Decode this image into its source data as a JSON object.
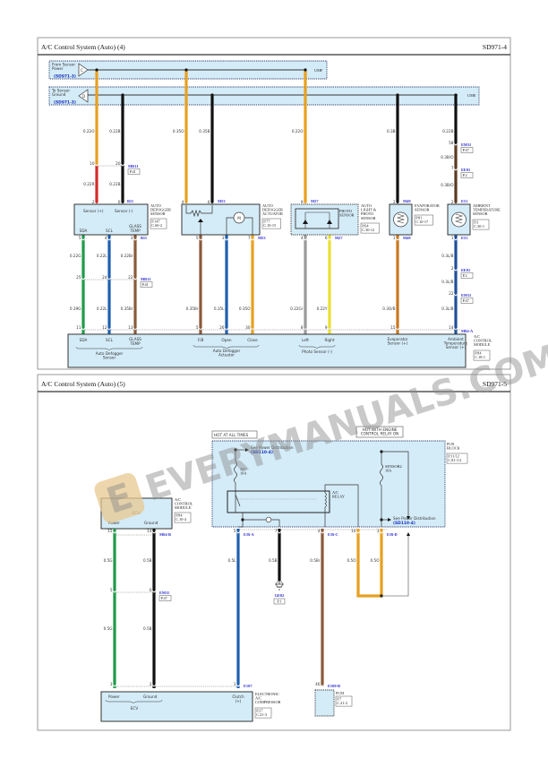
{
  "top": {
    "title": "A/C Control System (Auto) (4)",
    "code": "SD971-4",
    "power_bus": {
      "label": [
        "From Sensor",
        "Power"
      ],
      "ref": "(SD971-3)",
      "pin": "C",
      "conn": "UMF"
    },
    "ground_bus": {
      "label": [
        "To Sensor",
        "Ground"
      ],
      "ref": "(SD971-3)",
      "pin": "D",
      "conn": "UME"
    },
    "upper_wires": [
      {
        "colors": [
          "#e8a020",
          "#d42a2a"
        ],
        "gauges": [
          "0.22O",
          "0.22R"
        ],
        "pins": [
          "10",
          "2"
        ]
      },
      {
        "colors": [
          "#111111"
        ],
        "gauges": [
          "0.22B",
          "0.22B"
        ],
        "pins": [
          "20",
          "6"
        ]
      },
      {
        "colors": [
          "#e8a020"
        ],
        "gauges": [
          "0.35O"
        ],
        "pins": [
          "4"
        ]
      },
      {
        "colors": [
          "#111111"
        ],
        "gauges": [
          "0.35B"
        ],
        "pins": [
          "6"
        ]
      },
      {
        "colors": [
          "#e8a020"
        ],
        "gauges": [
          "0.22O"
        ],
        "pins": [
          "9"
        ]
      },
      {
        "colors": [
          "#111111"
        ],
        "gauges": [
          "0.3B"
        ],
        "pins": [
          "2"
        ]
      },
      {
        "colors": [
          "#111111",
          "#5a3a20"
        ],
        "gauges": [
          "0.22B",
          "0.3B/O",
          "0.3B/O"
        ],
        "pins": [
          "58",
          "7",
          "2"
        ]
      }
    ],
    "lower_wires": [
      {
        "colors": [
          "#1f9a4a"
        ],
        "gauges": [
          "0.22G",
          "0.39G"
        ],
        "pins": [
          "5",
          "25",
          "11"
        ]
      },
      {
        "colors": [
          "#1f5fb0"
        ],
        "gauges": [
          "0.22L",
          "0.22L"
        ],
        "pins": [
          "4",
          "24",
          "12"
        ]
      },
      {
        "colors": [
          "#8a5a3a"
        ],
        "gauges": [
          "0.22Br",
          "0.35Br"
        ],
        "pins": [
          "3",
          "22",
          "13"
        ]
      },
      {
        "colors": [
          "#8a5a3a"
        ],
        "gauges": [
          "0.35Br"
        ],
        "pins": [
          "5",
          "5"
        ]
      },
      {
        "colors": [
          "#1f5fb0"
        ],
        "gauges": [
          "0.35L"
        ],
        "pins": [
          "3",
          "26"
        ]
      },
      {
        "colors": [
          "#e8a020"
        ],
        "gauges": [
          "0.35O"
        ],
        "pins": [
          "7",
          "30"
        ]
      },
      {
        "colors": [
          "#9a9a9a"
        ],
        "gauges": [
          "0.22Gr"
        ],
        "pins": [
          "4",
          "8"
        ]
      },
      {
        "colors": [
          "#e8e030"
        ],
        "gauges": [
          "0.22Y"
        ],
        "pins": [
          "6",
          "9"
        ]
      },
      {
        "colors": [
          "#c8781e"
        ],
        "gauges": [
          "0.3O/B"
        ],
        "pins": [
          "1",
          "15"
        ]
      },
      {
        "colors": [
          "#1f4f9a"
        ],
        "gauges": [
          "0.3L/B",
          "0.3L/B",
          "0.3L/B"
        ],
        "pins": [
          "1",
          "2",
          "22",
          "14"
        ]
      }
    ],
    "connectors": [
      {
        "id": "MR11",
        "page": "P.41"
      },
      {
        "id": "B11"
      },
      {
        "id": "M53"
      },
      {
        "id": "M27"
      },
      {
        "id": "M49"
      },
      {
        "id": "EM11",
        "page": "P.47"
      },
      {
        "id": "EE01",
        "page": "P.2"
      },
      {
        "id": "E51"
      },
      {
        "id": "B11"
      },
      {
        "id": "M53"
      },
      {
        "id": "M27"
      },
      {
        "id": "M49"
      },
      {
        "id": "E51"
      },
      {
        "id": "EE01",
        "page": "P.2"
      },
      {
        "id": "EM11",
        "page": "P.47"
      },
      {
        "id": "MR11",
        "page": "P.41"
      },
      {
        "id": "M84-A"
      }
    ],
    "components": {
      "defogger_sensor": {
        "name": [
          "AUTO",
          "DEFOGGER",
          "SENSOR"
        ],
        "refs": [
          "P.147",
          "C.60-2"
        ],
        "pins": [
          "Sensor (+)",
          "Sensor (-)",
          "SDA",
          "SCL",
          "GLASS",
          "TEMP"
        ]
      },
      "defogger_actuator": {
        "name": [
          "AUTO",
          "DEFOGGER",
          "ACTUATOR"
        ],
        "refs": [
          "P.77",
          "C.10-15"
        ],
        "motor": "M"
      },
      "photo_sensor": {
        "name": [
          "AUTO",
          "LIGHT &",
          "PHOTO",
          "SENSOR"
        ],
        "inner": [
          "PHOTO",
          "SENSOR"
        ],
        "refs": [
          "P.64",
          "C.30-12"
        ]
      },
      "evaporator": {
        "name": [
          "EVAPORATOR",
          "SENSOR"
        ],
        "refs": [
          "P.81",
          "C.10-17"
        ]
      },
      "ambient": {
        "name": [
          "AMBIENT",
          "TEMPERATURE",
          "SENSOR"
        ],
        "refs": [
          "P.3",
          "C.30-1"
        ]
      },
      "module": {
        "name": [
          "A/C",
          "CONTROL",
          "MODULE"
        ],
        "refs": [
          "P.84",
          "C.18-1"
        ],
        "pins": [
          "SDA",
          "SCL",
          "GLASS",
          "TEMP",
          "F/B",
          "Open",
          "Close",
          "Left",
          "Right"
        ],
        "groups": [
          [
            "Auto Defogger",
            "Sensor"
          ],
          [
            "Auto Defogger",
            "Actuator"
          ],
          [
            "Photo Sensor (-)"
          ],
          [
            "Evaporator",
            "Sensor (+)"
          ],
          [
            "Ambient",
            "Temperature",
            "Sensor (+)"
          ]
        ]
      }
    }
  },
  "bottom": {
    "title": "A/C Control System (Auto) (5)",
    "code": "SD971-5",
    "hot_all_times": "HOT AT ALL TIMES",
    "hot_engine_relay": [
      "HOT WITH ENGINE",
      "CONTROL RELAY ON"
    ],
    "pcb_block": {
      "name": [
        "PCB",
        "BLOCK"
      ],
      "refs": [
        "P.11/12",
        "C.81-1/2"
      ]
    },
    "fuse_ac": [
      "A/C",
      "10A"
    ],
    "fuse_sensor2": [
      "SENSOR2",
      "10A"
    ],
    "relay": [
      "A/C",
      "RELAY"
    ],
    "see_power_1": {
      "text": "See Power Distribution",
      "ref": "(SD110-4)"
    },
    "see_power_2": {
      "text": "See Power Distribution",
      "ref": "(SD110-4)"
    },
    "ecv_module": {
      "title": "ECV",
      "pins": [
        "Power",
        "Ground"
      ],
      "name": [
        "A/C",
        "CONTROL",
        "MODULE"
      ],
      "refs": [
        "P.84",
        "C.10-4"
      ]
    },
    "compressor": {
      "group": "ECV",
      "pins": [
        "Power",
        "Ground",
        "Clutch",
        "(+)"
      ],
      "name": [
        "ELECTRONIC",
        "A/C",
        "COMPRESSOR"
      ],
      "refs": [
        "P.27",
        "C.21-3"
      ]
    },
    "pcm": {
      "name": "PCM",
      "refs": [
        "P.7",
        "C.21-2"
      ]
    },
    "ground": {
      "id": "GE02",
      "page": "P.1"
    },
    "wires": [
      {
        "colors": [
          "#1f9a4a"
        ],
        "gauges": [
          "0.5G",
          "0.5G"
        ],
        "pins": [
          "15",
          "5",
          "3"
        ]
      },
      {
        "colors": [
          "#111111"
        ],
        "gauges": [
          "0.5B",
          "0.5B"
        ],
        "pins": [
          "14",
          "6",
          "2"
        ]
      },
      {
        "colors": [
          "#1f5fb0"
        ],
        "gauges": [
          "0.5L"
        ],
        "pins": [
          "5",
          "1"
        ]
      },
      {
        "colors": [
          "#111111"
        ],
        "gauges": [
          "0.5B"
        ],
        "pins": [
          "7"
        ]
      },
      {
        "colors": [
          "#8a5a3a"
        ],
        "gauges": [
          "0.5Br"
        ],
        "pins": [
          "4",
          "46"
        ]
      },
      {
        "colors": [
          "#e8a020"
        ],
        "gauges": [
          "0.5O"
        ],
        "pins": [
          "10"
        ]
      },
      {
        "colors": [
          "#e8a020"
        ],
        "gauges": [
          "0.5O"
        ],
        "pins": [
          "3"
        ]
      }
    ],
    "connectors": [
      {
        "id": "M04-B"
      },
      {
        "id": "EM11",
        "page": "P.47"
      },
      {
        "id": "E/B-A"
      },
      {
        "id": "E107"
      },
      {
        "id": "E/B-C"
      },
      {
        "id": "E/B-D"
      },
      {
        "id": "E100-B"
      }
    ]
  },
  "watermark": {
    "text": "EVERYMANUALS.COM",
    "logo_letter": "E"
  },
  "colors": {
    "fill": "#d4ecf8",
    "ref_blue": "#1a30c0",
    "frame": "#999999"
  }
}
